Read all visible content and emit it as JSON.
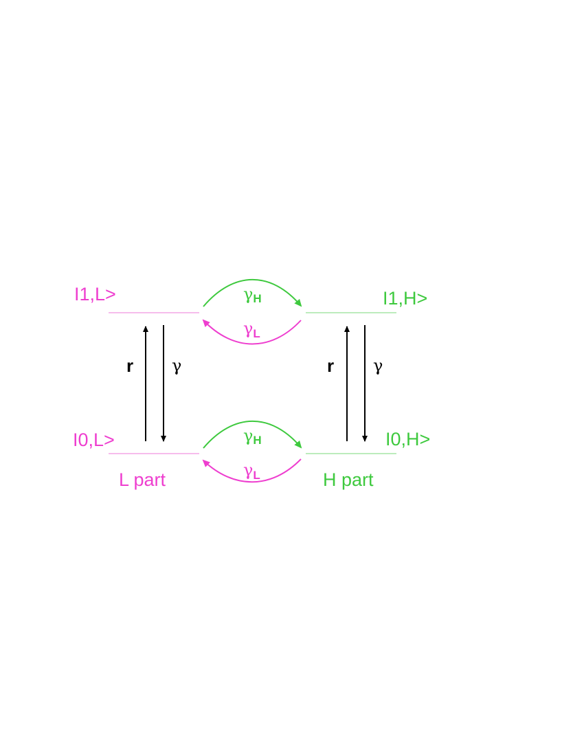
{
  "colors": {
    "l_color": "#ee3ecf",
    "h_color": "#3ec93e",
    "arrow_color": "#000000",
    "l_line": "#f4a6e6",
    "h_line": "#a6e6a6"
  },
  "states": {
    "one_L": "I1,L>",
    "zero_L": "I0,L>",
    "one_H": "I1,H>",
    "zero_H": "I0,H>"
  },
  "parts": {
    "L": "L part",
    "H": "H part"
  },
  "rates": {
    "pump": "r",
    "decay": "γ",
    "gamma_symbol": "γ",
    "h_sub": "H",
    "l_sub": "L"
  }
}
